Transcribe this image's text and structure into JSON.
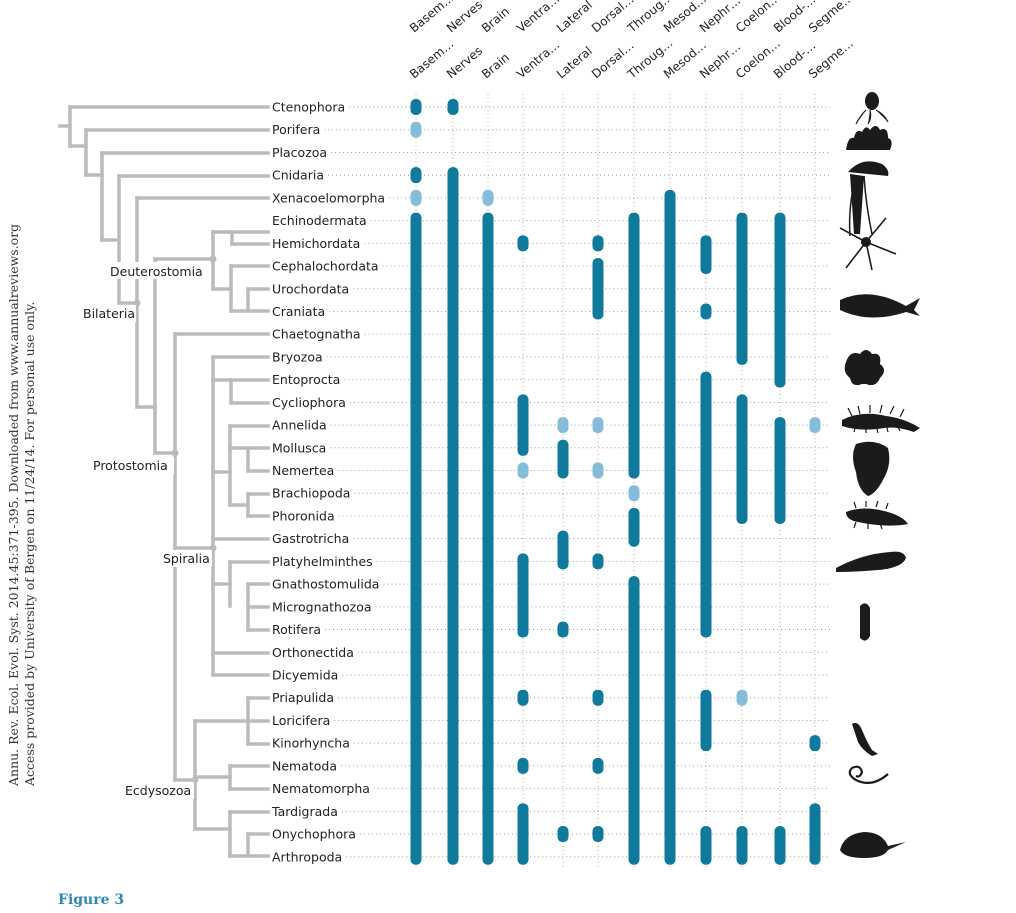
{
  "columns": [
    "Basem…",
    "Nerves",
    "Brain",
    "Ventra…",
    "Lateral",
    "Dorsal…",
    "Throug…",
    "Mesod…",
    "Nephr…",
    "Coelon…",
    "Blood-…",
    "Segme…"
  ],
  "taxa": [
    "Ctenophora",
    "Porifera",
    "Placozoa",
    "Cnidaria",
    "Xenacoelomorpha",
    "Echinodermata",
    "Hemichordata",
    "Cephalochordata",
    "Urochordata",
    "Craniata",
    "Chaetognatha",
    "Bryozoa",
    "Entoprocta",
    "Cycliophora",
    "Annelida",
    "Mollusca",
    "Nemertea",
    "Brachiopoda",
    "Phoronida",
    "Gastrotricha",
    "Platyhelminthes",
    "Gnathostomulida",
    "Micrognathozoa",
    "Rotifera",
    "Orthonectida",
    "Dicyemida",
    "Priapulida",
    "Loricifera",
    "Kinorhyncha",
    "Nematoda",
    "Nematomorpha",
    "Tardigrada",
    "Onychophora",
    "Arthropoda"
  ],
  "clades": {
    "deuterostomia": "Deuterostomia",
    "bilateria": "Bilateria",
    "protostomia": "Protostomia",
    "spiralia": "Spiralia",
    "ecdysozoa": "Ecdysozoa"
  },
  "colors": {
    "present": "#0f7a9c",
    "uncertain": "#85bcd9",
    "tree": "#b9bbbd"
  },
  "character_states": [
    {
      "col": 0,
      "from": 0,
      "to": 0,
      "state": "present"
    },
    {
      "col": 1,
      "from": 0,
      "to": 0,
      "state": "present"
    },
    {
      "col": 0,
      "from": 1,
      "to": 1,
      "state": "uncertain"
    },
    {
      "col": 0,
      "from": 3,
      "to": 3,
      "state": "present"
    },
    {
      "col": 0,
      "from": 4,
      "to": 4,
      "state": "uncertain"
    },
    {
      "col": 0,
      "from": 5,
      "to": 33,
      "state": "present"
    },
    {
      "col": 1,
      "from": 3,
      "to": 33,
      "state": "present"
    },
    {
      "col": 2,
      "from": 4,
      "to": 4,
      "state": "uncertain"
    },
    {
      "col": 2,
      "from": 5,
      "to": 33,
      "state": "present"
    },
    {
      "col": 3,
      "from": 6,
      "to": 6,
      "state": "present"
    },
    {
      "col": 3,
      "from": 13,
      "to": 15,
      "state": "present"
    },
    {
      "col": 3,
      "from": 16,
      "to": 16,
      "state": "uncertain"
    },
    {
      "col": 3,
      "from": 20,
      "to": 23,
      "state": "present"
    },
    {
      "col": 3,
      "from": 26,
      "to": 26,
      "state": "present"
    },
    {
      "col": 3,
      "from": 29,
      "to": 29,
      "state": "present"
    },
    {
      "col": 3,
      "from": 31,
      "to": 33,
      "state": "present"
    },
    {
      "col": 4,
      "from": 14,
      "to": 14,
      "state": "uncertain"
    },
    {
      "col": 4,
      "from": 15,
      "to": 16,
      "state": "present"
    },
    {
      "col": 4,
      "from": 19,
      "to": 20,
      "state": "present"
    },
    {
      "col": 4,
      "from": 23,
      "to": 23,
      "state": "present"
    },
    {
      "col": 4,
      "from": 32,
      "to": 32,
      "state": "present"
    },
    {
      "col": 5,
      "from": 6,
      "to": 6,
      "state": "present"
    },
    {
      "col": 5,
      "from": 7,
      "to": 9,
      "state": "present"
    },
    {
      "col": 5,
      "from": 14,
      "to": 14,
      "state": "uncertain"
    },
    {
      "col": 5,
      "from": 16,
      "to": 16,
      "state": "uncertain"
    },
    {
      "col": 5,
      "from": 20,
      "to": 20,
      "state": "present"
    },
    {
      "col": 5,
      "from": 26,
      "to": 26,
      "state": "present"
    },
    {
      "col": 5,
      "from": 29,
      "to": 29,
      "state": "present"
    },
    {
      "col": 5,
      "from": 32,
      "to": 32,
      "state": "present"
    },
    {
      "col": 6,
      "from": 5,
      "to": 16,
      "state": "present"
    },
    {
      "col": 6,
      "from": 17,
      "to": 17,
      "state": "uncertain"
    },
    {
      "col": 6,
      "from": 18,
      "to": 19,
      "state": "present"
    },
    {
      "col": 6,
      "from": 21,
      "to": 33,
      "state": "present"
    },
    {
      "col": 7,
      "from": 4,
      "to": 33,
      "state": "present"
    },
    {
      "col": 8,
      "from": 6,
      "to": 7,
      "state": "present"
    },
    {
      "col": 8,
      "from": 9,
      "to": 9,
      "state": "present"
    },
    {
      "col": 8,
      "from": 12,
      "to": 23,
      "state": "present"
    },
    {
      "col": 8,
      "from": 26,
      "to": 28,
      "state": "present"
    },
    {
      "col": 8,
      "from": 32,
      "to": 33,
      "state": "present"
    },
    {
      "col": 9,
      "from": 5,
      "to": 11,
      "state": "present"
    },
    {
      "col": 9,
      "from": 13,
      "to": 18,
      "state": "present"
    },
    {
      "col": 9,
      "from": 26,
      "to": 26,
      "state": "uncertain"
    },
    {
      "col": 9,
      "from": 32,
      "to": 33,
      "state": "present"
    },
    {
      "col": 10,
      "from": 5,
      "to": 12,
      "state": "present"
    },
    {
      "col": 10,
      "from": 14,
      "to": 18,
      "state": "present"
    },
    {
      "col": 10,
      "from": 32,
      "to": 33,
      "state": "present"
    },
    {
      "col": 11,
      "from": 14,
      "to": 14,
      "state": "uncertain"
    },
    {
      "col": 11,
      "from": 28,
      "to": 28,
      "state": "present"
    },
    {
      "col": 11,
      "from": 31,
      "to": 33,
      "state": "present"
    }
  ],
  "side_note": [
    "Annu. Rev. Ecol. Evol. Syst. 2014.45:371-395. Downloaded from www.annualreviews.org",
    "Access provided by University of Bergen on 11/24/14. For personal use only."
  ],
  "figure_label": "Figure 3"
}
